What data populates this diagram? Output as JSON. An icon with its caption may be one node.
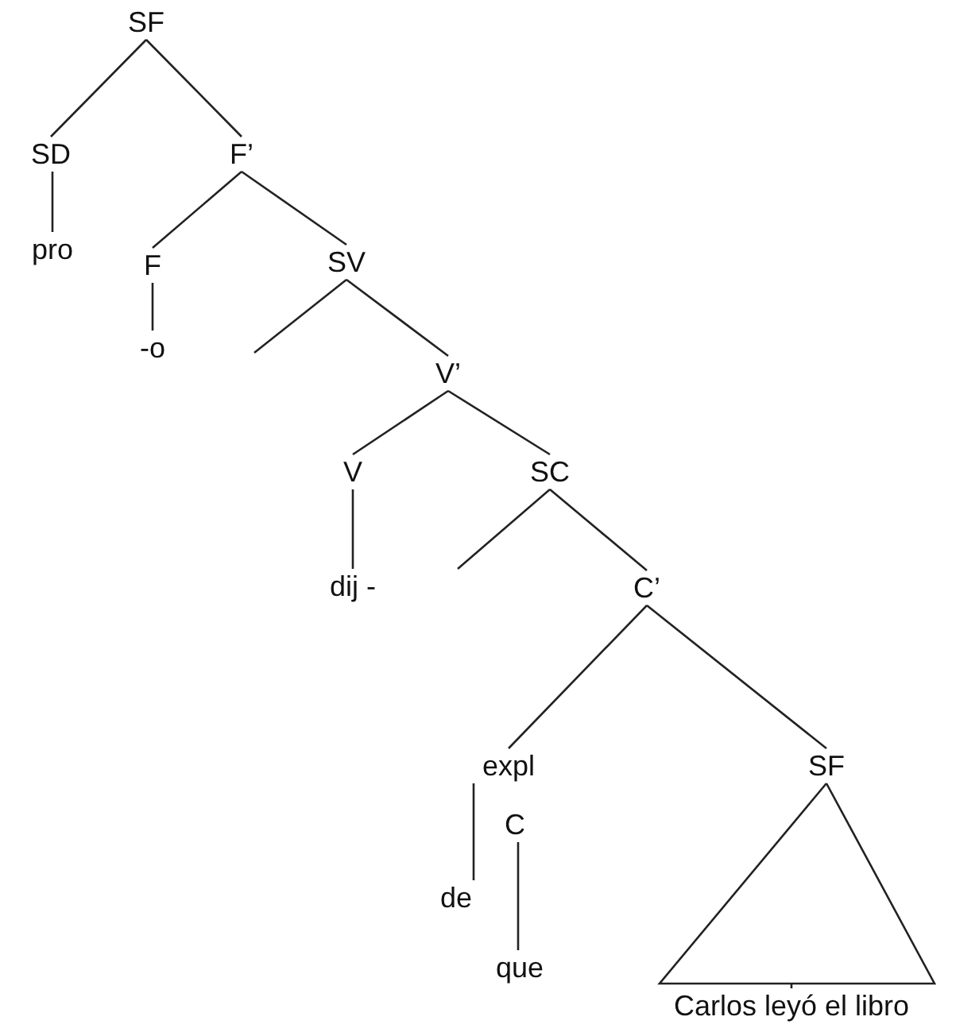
{
  "diagram": {
    "nodes": [
      {
        "text": [
          "SF"
        ]
      },
      {
        "text": [
          "SD"
        ]
      },
      {
        "text": [
          "F’"
        ]
      },
      {
        "text": [
          "pro"
        ]
      },
      {
        "text": [
          "F"
        ]
      },
      {
        "text": [
          "SV"
        ]
      },
      {
        "text": [
          "-o"
        ]
      },
      {
        "text": [
          "V’"
        ]
      },
      {
        "text": [
          "V"
        ]
      },
      {
        "text": [
          "SC"
        ]
      },
      {
        "text": [
          "dij -"
        ]
      },
      {
        "text": [
          "C’"
        ]
      },
      {
        "text": [
          "expl"
        ]
      },
      {
        "text": [
          "SF"
        ]
      },
      {
        "text": [
          "C"
        ]
      },
      {
        "text": [
          "de"
        ]
      },
      {
        "text": [
          "que"
        ]
      },
      {
        "text": [
          "Carlos leyó el libro"
        ]
      }
    ],
    "edges": [
      {
        "from": 0,
        "to": 1,
        "arrow": "none"
      },
      {
        "from": 0,
        "to": 2,
        "arrow": "none"
      },
      {
        "from": 1,
        "to": 3,
        "arrow": "none"
      },
      {
        "from": 2,
        "to": 4,
        "arrow": "none"
      },
      {
        "from": 2,
        "to": 5,
        "arrow": "none"
      },
      {
        "from": 4,
        "to": 6,
        "arrow": "none"
      },
      {
        "from": 5,
        "to": null,
        "arrow": "none"
      },
      {
        "from": 5,
        "to": 7,
        "arrow": "none"
      },
      {
        "from": 7,
        "to": 8,
        "arrow": "none"
      },
      {
        "from": 7,
        "to": 9,
        "arrow": "none"
      },
      {
        "from": 8,
        "to": 10,
        "arrow": "none"
      },
      {
        "from": 9,
        "to": null,
        "arrow": "none"
      },
      {
        "from": 9,
        "to": 11,
        "arrow": "none"
      },
      {
        "from": 11,
        "to": 12,
        "arrow": "none"
      },
      {
        "from": 11,
        "to": 13,
        "arrow": "none"
      },
      {
        "from": 12,
        "to": 15,
        "arrow": "none"
      },
      {
        "from": 14,
        "to": 16,
        "arrow": "none"
      },
      {
        "from": 13,
        "to": 17,
        "arrow": "none"
      }
    ]
  }
}
